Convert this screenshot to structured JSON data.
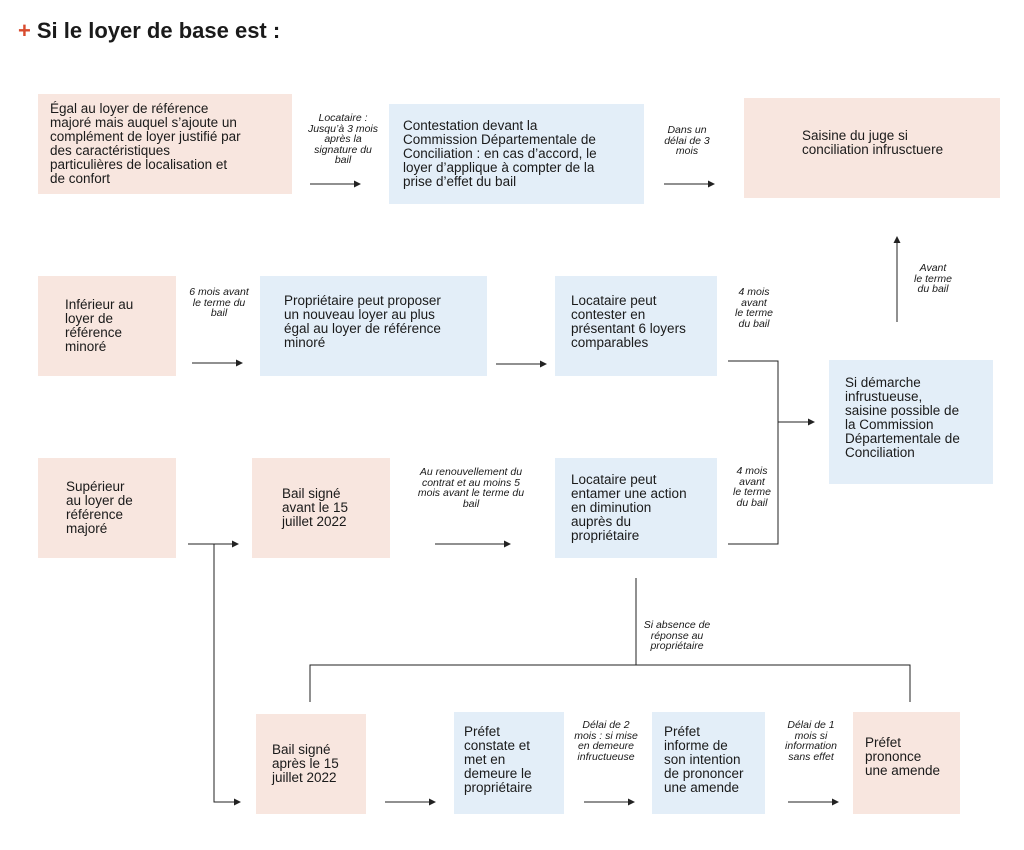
{
  "heading": {
    "plus": "+",
    "text": "Si le loyer de base est :"
  },
  "boxes": {
    "b_egal": "Égal au loyer de référence\nmajoré mais auquel  s’ajoute un\ncomplément de loyer justifié par\ndes caractéristiques\nparticulières de localisation et\nde confort",
    "b_contestation": "Contestation devant la\nCommission  Départementale de\nConciliation : en cas  d’accord, le\nloyer  d’applique à compter de la\nprise d’effet du bail",
    "b_saisine_juge": "Saisine du juge si\nconciliation infrusctuere",
    "b_inferieur": "Inférieur au\nloyer de\nréférence\nminoré",
    "b_proprio_propose": "Propriétaire peut proposer\nun nouveau loyer au plus\négal au loyer de référence\nminoré",
    "b_locataire_conteste": "Locataire peut\ncontester en\nprésentant 6 loyers\ncomparables",
    "b_demarche": "Si démarche\ninfrustueuse,\nsaisine possible de\nla Commission\nDépartementale de\nConciliation",
    "b_superieur": "Supérieur\nau loyer de\nréférence\nmajoré",
    "b_bail_avant": "Bail signé\navant le 15\njuillet 2022",
    "b_locataire_action": "Locataire peut\nentamer une action\nen diminution\nauprès du\npropriétaire",
    "b_bail_apres": "Bail signé\naprès le 15\njuillet 2022",
    "b_prefet_constate": "Préfet\nconstate et\nmet en\ndemeure le\npropriétaire",
    "b_prefet_informe": "Préfet\ninforme de\nson intention\nde prononcer\nune amende",
    "b_prefet_prononce": "Préfet\nprononce\nune amende"
  },
  "labels": {
    "l_locataire_3mois": "Locataire :\nJusqu’à 3 mois\naprès la\nsignature du\nbail",
    "l_delai_3mois": "Dans un\ndélai de 3\nmois",
    "l_6mois": "6 mois avant\nle terme du\nbail",
    "l_4mois_1": "4 mois\navant\nle terme\ndu bail",
    "l_avant_terme": "Avant\nle terme\ndu bail",
    "l_renouvellement": "Au renouvellement du\ncontrat et au moins 5\nmois avant le terme du\nbail",
    "l_4mois_2": "4 mois\navant\nle terme\ndu bail",
    "l_absence": "Si absence de\nréponse au\npropriétaire",
    "l_delai_2mois": "Délai de 2\nmois : si mise\nen demeure\ninfructueuse",
    "l_delai_1mois": "Délai de 1\nmois si\ninformation\nsans effet"
  },
  "colors": {
    "pink_box": "#f8e6df",
    "blue_box": "#e3eef8",
    "accent_plus": "#d84b2e",
    "line": "#222222"
  }
}
